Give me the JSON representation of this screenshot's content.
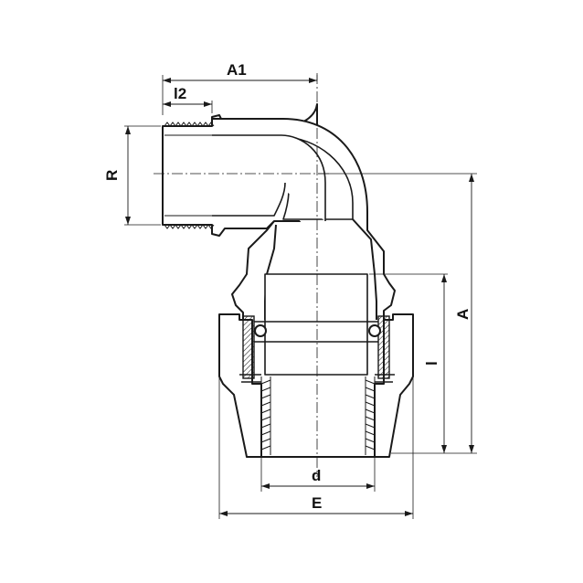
{
  "dimensions": {
    "A1": "A1",
    "l2": "l2",
    "R": "R",
    "A": "A",
    "l": "l",
    "d": "d",
    "E": "E"
  }
}
